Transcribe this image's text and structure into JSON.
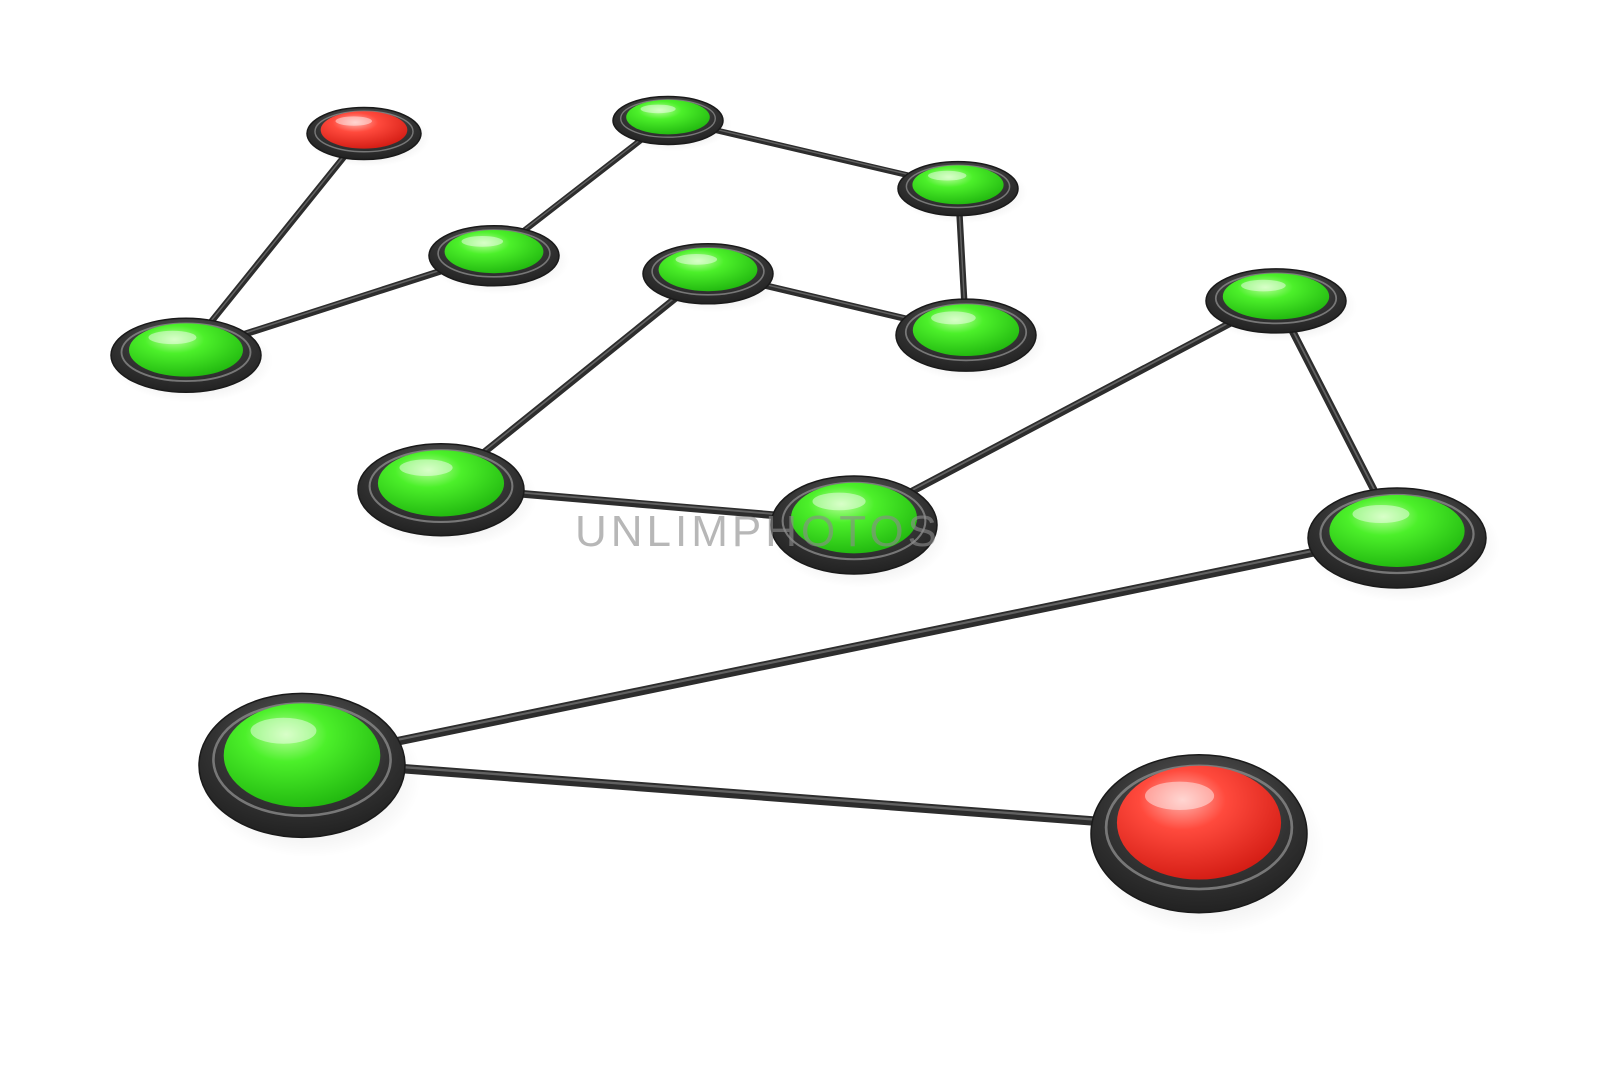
{
  "scene": {
    "description_colors": {
      "background": "#ffffff",
      "edge": "#3a3a3a",
      "ring": "#2f2f2f",
      "ring_highlight": "#8a8a8a",
      "green_node": "#39e21f",
      "red_node": "#ff3b30"
    },
    "nodes": [
      {
        "id": "n1",
        "status": "red"
      },
      {
        "id": "n2",
        "status": "green"
      },
      {
        "id": "n3",
        "status": "green"
      },
      {
        "id": "n4",
        "status": "green"
      },
      {
        "id": "n5",
        "status": "green"
      },
      {
        "id": "n6",
        "status": "green"
      },
      {
        "id": "n7",
        "status": "green"
      },
      {
        "id": "n8",
        "status": "green"
      },
      {
        "id": "n9",
        "status": "green"
      },
      {
        "id": "n10",
        "status": "green"
      },
      {
        "id": "n11",
        "status": "green"
      },
      {
        "id": "n12",
        "status": "green"
      },
      {
        "id": "n13",
        "status": "red"
      }
    ],
    "edges": [
      [
        "n1",
        "n2"
      ],
      [
        "n2",
        "n3"
      ],
      [
        "n3",
        "n4"
      ],
      [
        "n4",
        "n5"
      ],
      [
        "n5",
        "n6"
      ],
      [
        "n6",
        "n7"
      ],
      [
        "n7",
        "n8"
      ],
      [
        "n8",
        "n9"
      ],
      [
        "n9",
        "n10"
      ],
      [
        "n10",
        "n11"
      ],
      [
        "n11",
        "n12"
      ],
      [
        "n12",
        "n13"
      ]
    ]
  },
  "watermark": {
    "text": "UNLIMPHOTOS",
    "color": "#8c8c8c"
  }
}
